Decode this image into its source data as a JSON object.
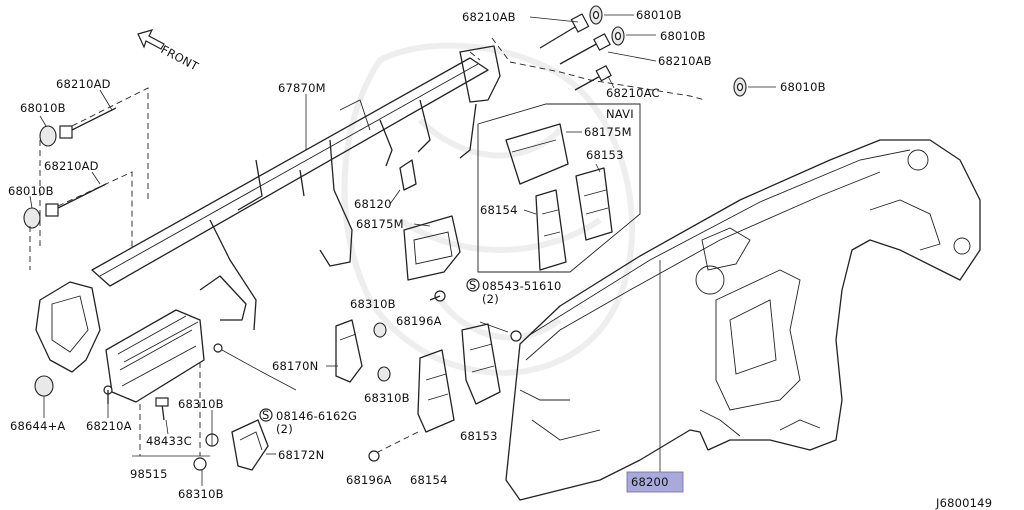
{
  "direction_label": "FRONT",
  "diagram_code": "J6800149",
  "navi_label": "NAVI",
  "highlighted_part": "68200",
  "highlight_color": "#a9a9dc",
  "parts": [
    {
      "id": "p68210AB_1",
      "text": "68210AB"
    },
    {
      "id": "p68010B_1",
      "text": "68010B"
    },
    {
      "id": "p68010B_2",
      "text": "68010B"
    },
    {
      "id": "p68210AB_2",
      "text": "68210AB"
    },
    {
      "id": "p68010B_3",
      "text": "68010B"
    },
    {
      "id": "p68210AC",
      "text": "68210AC"
    },
    {
      "id": "p68210AD_1",
      "text": "68210AD"
    },
    {
      "id": "p68010B_4",
      "text": "68010B"
    },
    {
      "id": "p68210AD_2",
      "text": "68210AD"
    },
    {
      "id": "p68010B_5",
      "text": "68010B"
    },
    {
      "id": "p67870M",
      "text": "67870M"
    },
    {
      "id": "p68175M_1",
      "text": "68175M"
    },
    {
      "id": "p68153_1",
      "text": "68153"
    },
    {
      "id": "p68154_1",
      "text": "68154"
    },
    {
      "id": "p68120",
      "text": "68120"
    },
    {
      "id": "p68175M_2",
      "text": "68175M"
    },
    {
      "id": "p08543",
      "text": "08543-51610"
    },
    {
      "id": "p08543_qty",
      "text": "(2)"
    },
    {
      "id": "p68310B_1",
      "text": "68310B"
    },
    {
      "id": "p68196A_1",
      "text": "68196A"
    },
    {
      "id": "p68170N",
      "text": "68170N"
    },
    {
      "id": "p68310B_2",
      "text": "68310B"
    },
    {
      "id": "p68644A",
      "text": "68644+A"
    },
    {
      "id": "p68210A",
      "text": "68210A"
    },
    {
      "id": "p68310B_3",
      "text": "68310B"
    },
    {
      "id": "p08146",
      "text": "08146-6162G"
    },
    {
      "id": "p08146_qty",
      "text": "(2)"
    },
    {
      "id": "p48433C",
      "text": "48433C"
    },
    {
      "id": "p68172N",
      "text": "68172N"
    },
    {
      "id": "p68153_2",
      "text": "68153"
    },
    {
      "id": "p98515",
      "text": "98515"
    },
    {
      "id": "p68310B_4",
      "text": "68310B"
    },
    {
      "id": "p68196A_2",
      "text": "68196A"
    },
    {
      "id": "p68154_2",
      "text": "68154"
    }
  ],
  "screw_symbol": "S"
}
